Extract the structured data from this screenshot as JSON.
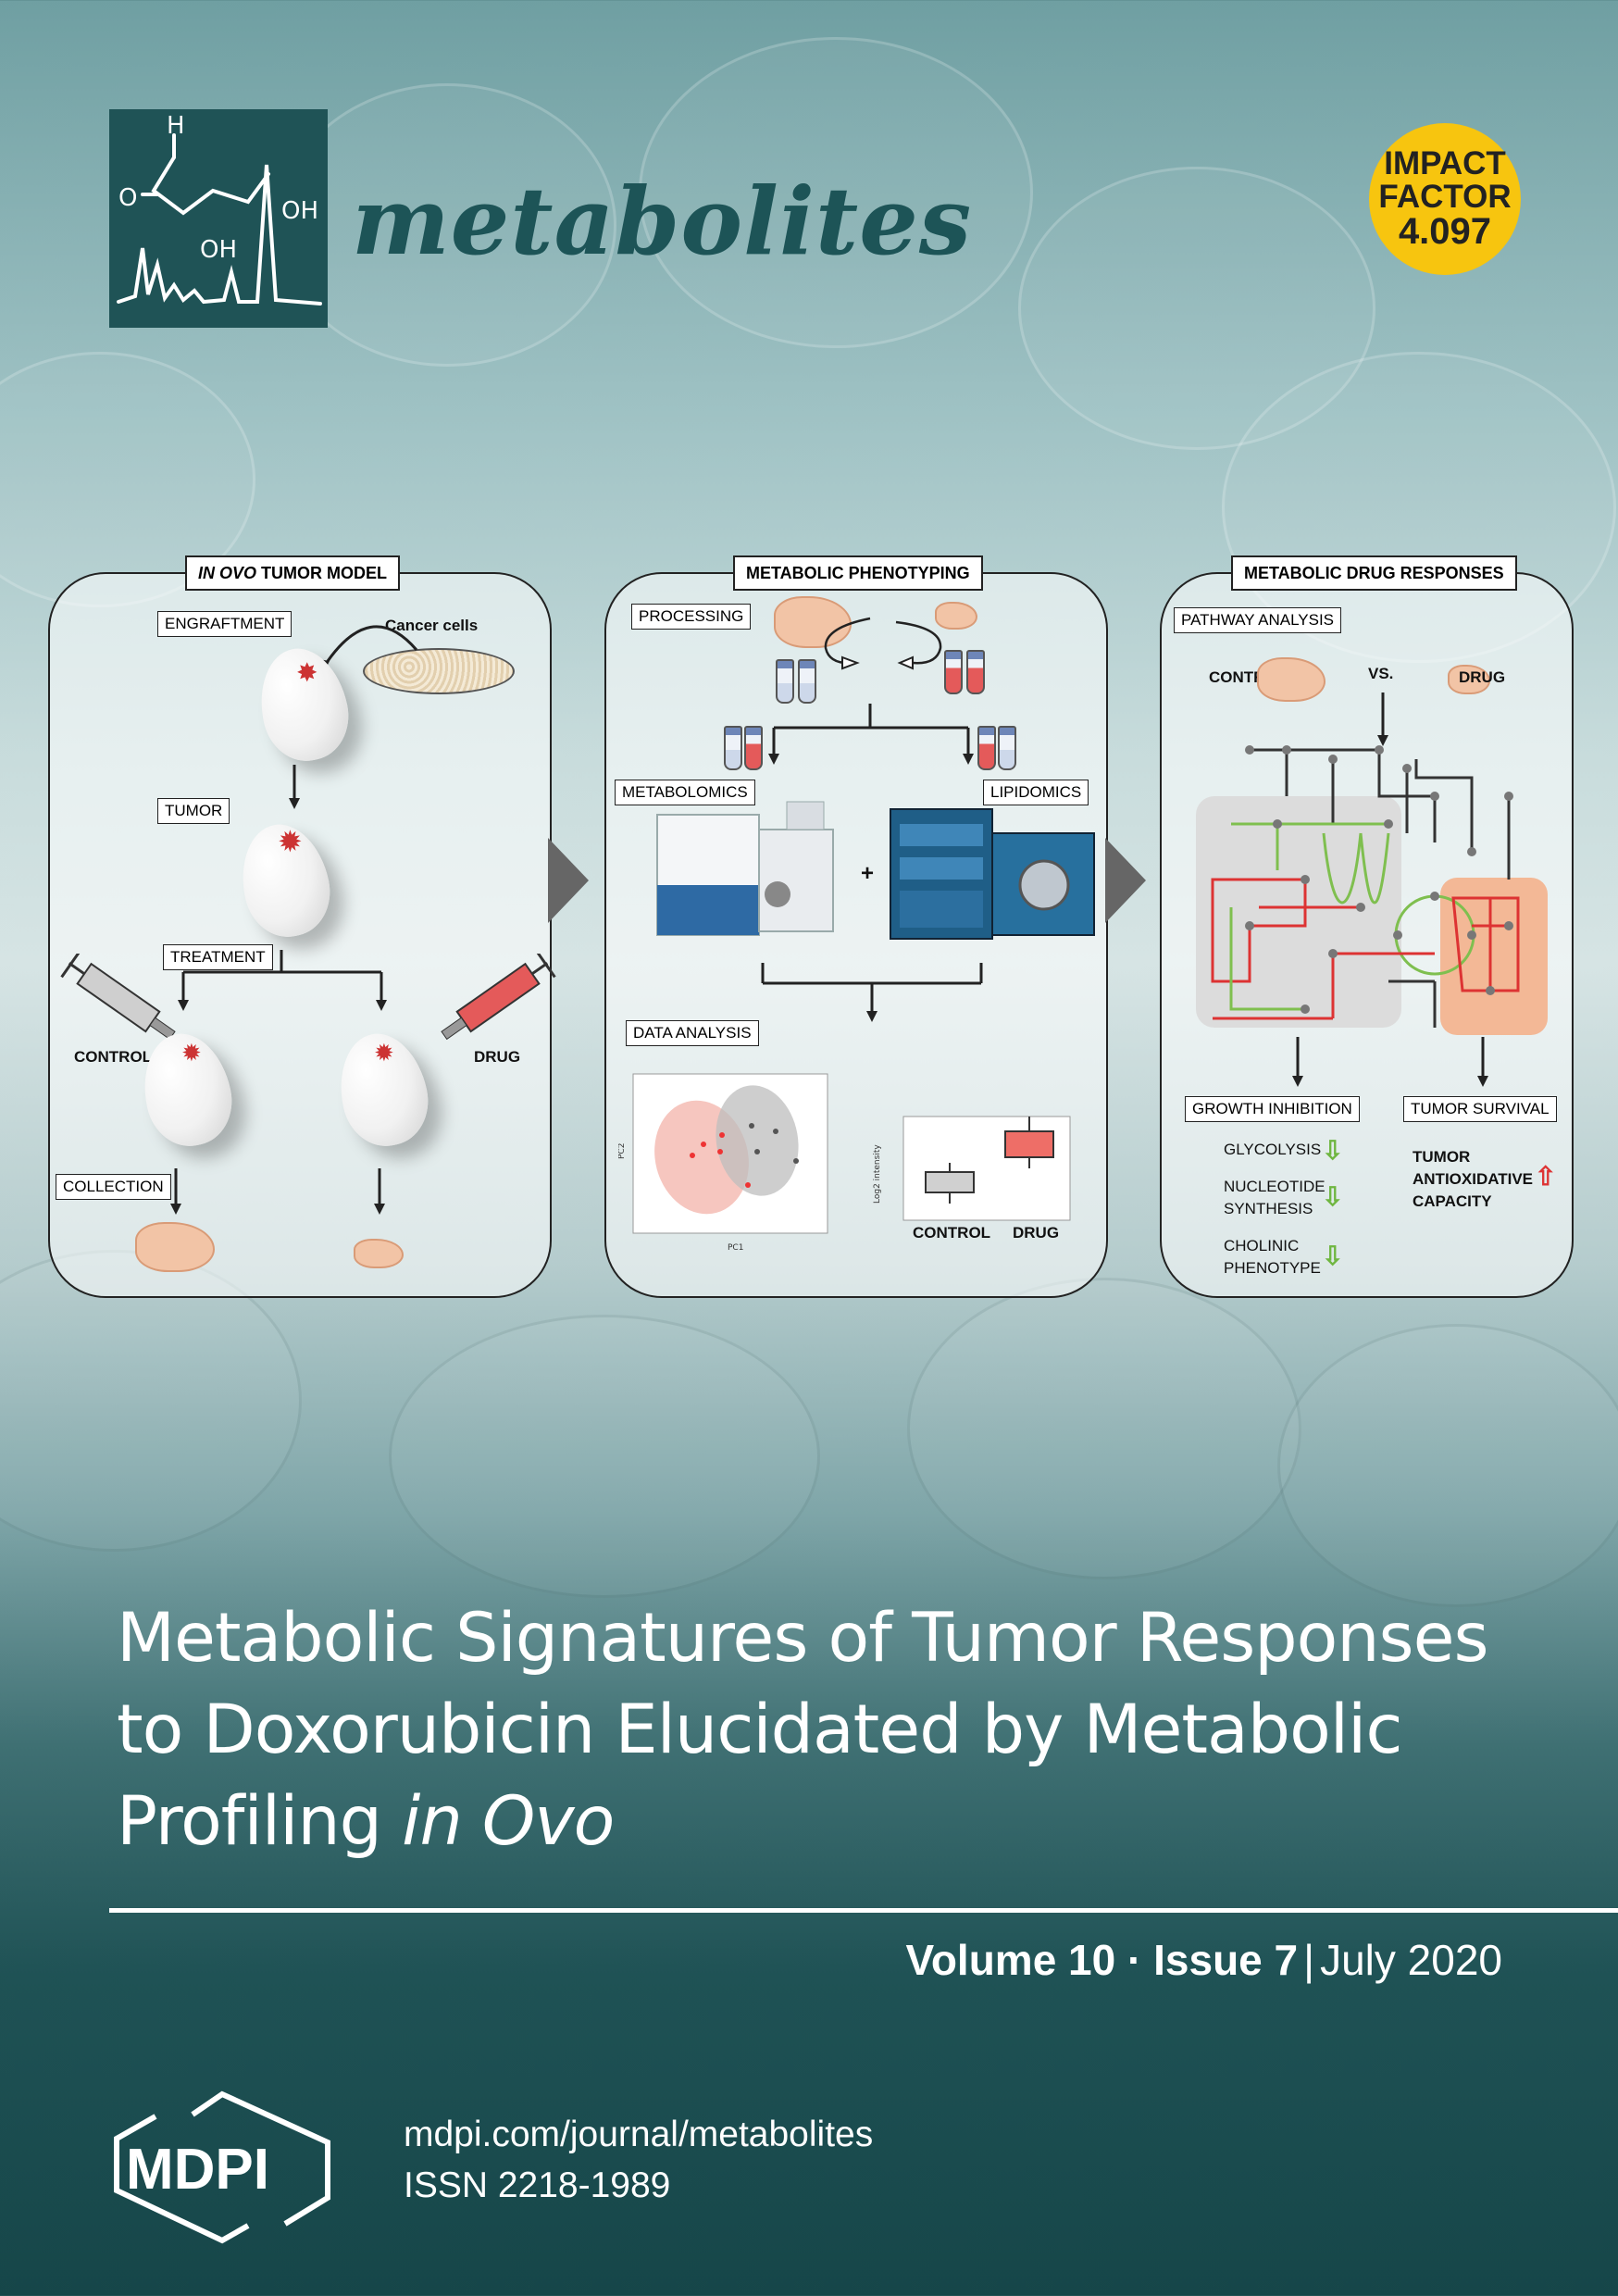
{
  "header": {
    "journal_name": "metabolites",
    "impact": {
      "line1": "IMPACT",
      "line2": "FACTOR",
      "value": "4.097"
    },
    "logo_labels": {
      "h": "H",
      "o": "O",
      "oh1": "OH",
      "oh2": "OH"
    }
  },
  "graphical_abstract": {
    "panel1": {
      "title_italic": "IN OVO",
      "title_rest": " TUMOR MODEL",
      "engraftment": "ENGRAFTMENT",
      "cancer_cells": "Cancer cells",
      "tumor": "TUMOR",
      "treatment": "TREATMENT",
      "control": "CONTROL",
      "drug": "DRUG",
      "collection": "COLLECTION"
    },
    "panel2": {
      "title": "METABOLIC PHENOTYPING",
      "processing": "PROCESSING",
      "metabolomics": "METABOLOMICS",
      "lipidomics": "LIPIDOMICS",
      "plus": "+",
      "data_analysis": "DATA ANALYSIS",
      "pc1": "PC1",
      "pc2": "PC2",
      "log2": "Log2 intensity",
      "control": "CONTROL",
      "drug": "DRUG"
    },
    "panel3": {
      "title": "METABOLIC DRUG RESPONSES",
      "pathway": "PATHWAY ANALYSIS",
      "control": "CONTROL",
      "vs": "VS.",
      "drug": "DRUG",
      "growth": "GROWTH INHIBITION",
      "survival": "TUMOR SURVIVAL",
      "glycolysis": "GLYCOLYSIS",
      "nucleotide1": "NUCLEOTIDE",
      "nucleotide2": "SYNTHESIS",
      "cholinic1": "CHOLINIC",
      "cholinic2": "PHENOTYPE",
      "tumor_anti1": "TUMOR",
      "tumor_anti2": "ANTIOXIDATIVE",
      "tumor_anti3": "CAPACITY"
    }
  },
  "article": {
    "title_line1": "Metabolic Signatures of Tumor Responses",
    "title_line2": "to Doxorubicin Elucidated by Metabolic",
    "title_line3_plain": "Profiling ",
    "title_line3_italic": "in Ovo"
  },
  "issue": {
    "volume": "Volume 10",
    "dot": " · ",
    "issue": "Issue 7",
    "divider": "|",
    "date": "July 2020"
  },
  "footer": {
    "publisher": "MDPI",
    "url": "mdpi.com/journal/metabolites",
    "issn": "ISSN 2218-1989"
  }
}
